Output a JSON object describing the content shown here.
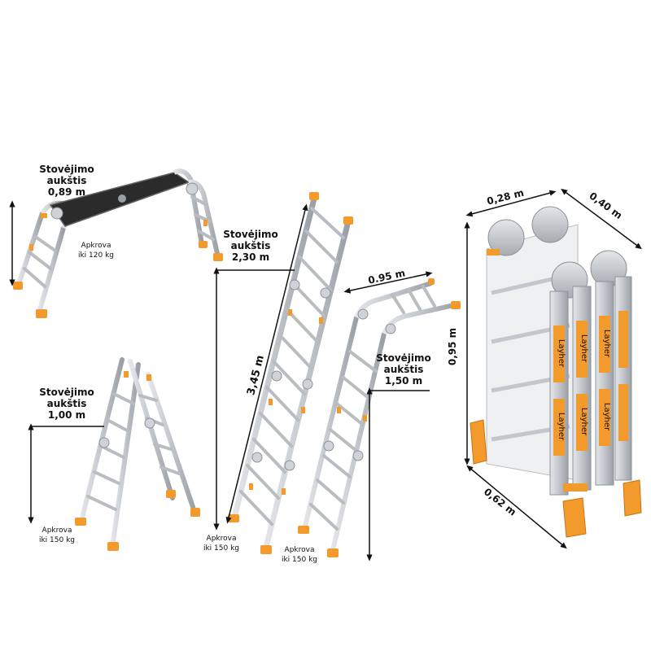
{
  "colors": {
    "orange": "#f39a2d",
    "rail": "#c9ccd1",
    "rail_dark": "#8e939a",
    "dim_line": "#111111",
    "platform": "#2b2b2b"
  },
  "config_platform": {
    "title_line1": "Stovėjimo",
    "title_line2": "aukštis",
    "height": "0,89 m",
    "load_line1": "Apkrova",
    "load_line2": "iki 120 kg"
  },
  "config_aframe": {
    "title_line1": "Stovėjimo",
    "title_line2": "aukštis",
    "height": "1,00 m",
    "load_line1": "Apkrova",
    "load_line2": "iki 150 kg"
  },
  "config_straight": {
    "title_line1": "Stovėjimo",
    "title_line2": "aukštis",
    "height": "2,30 m",
    "length": "3,45 m",
    "load_line1": "Apkrova",
    "load_line2": "iki 150 kg"
  },
  "config_wall": {
    "title_line1": "Stovėjimo",
    "title_line2": "aukštis",
    "height": "1,50 m",
    "top_width": "0.95 m",
    "load_line1": "Apkrova",
    "load_line2": "iki 150 kg"
  },
  "config_folded": {
    "depth_top": "0,28 m",
    "width_top": "0,40 m",
    "height": "0,95 m",
    "width_bottom": "0,62 m",
    "brand": "Layher"
  }
}
